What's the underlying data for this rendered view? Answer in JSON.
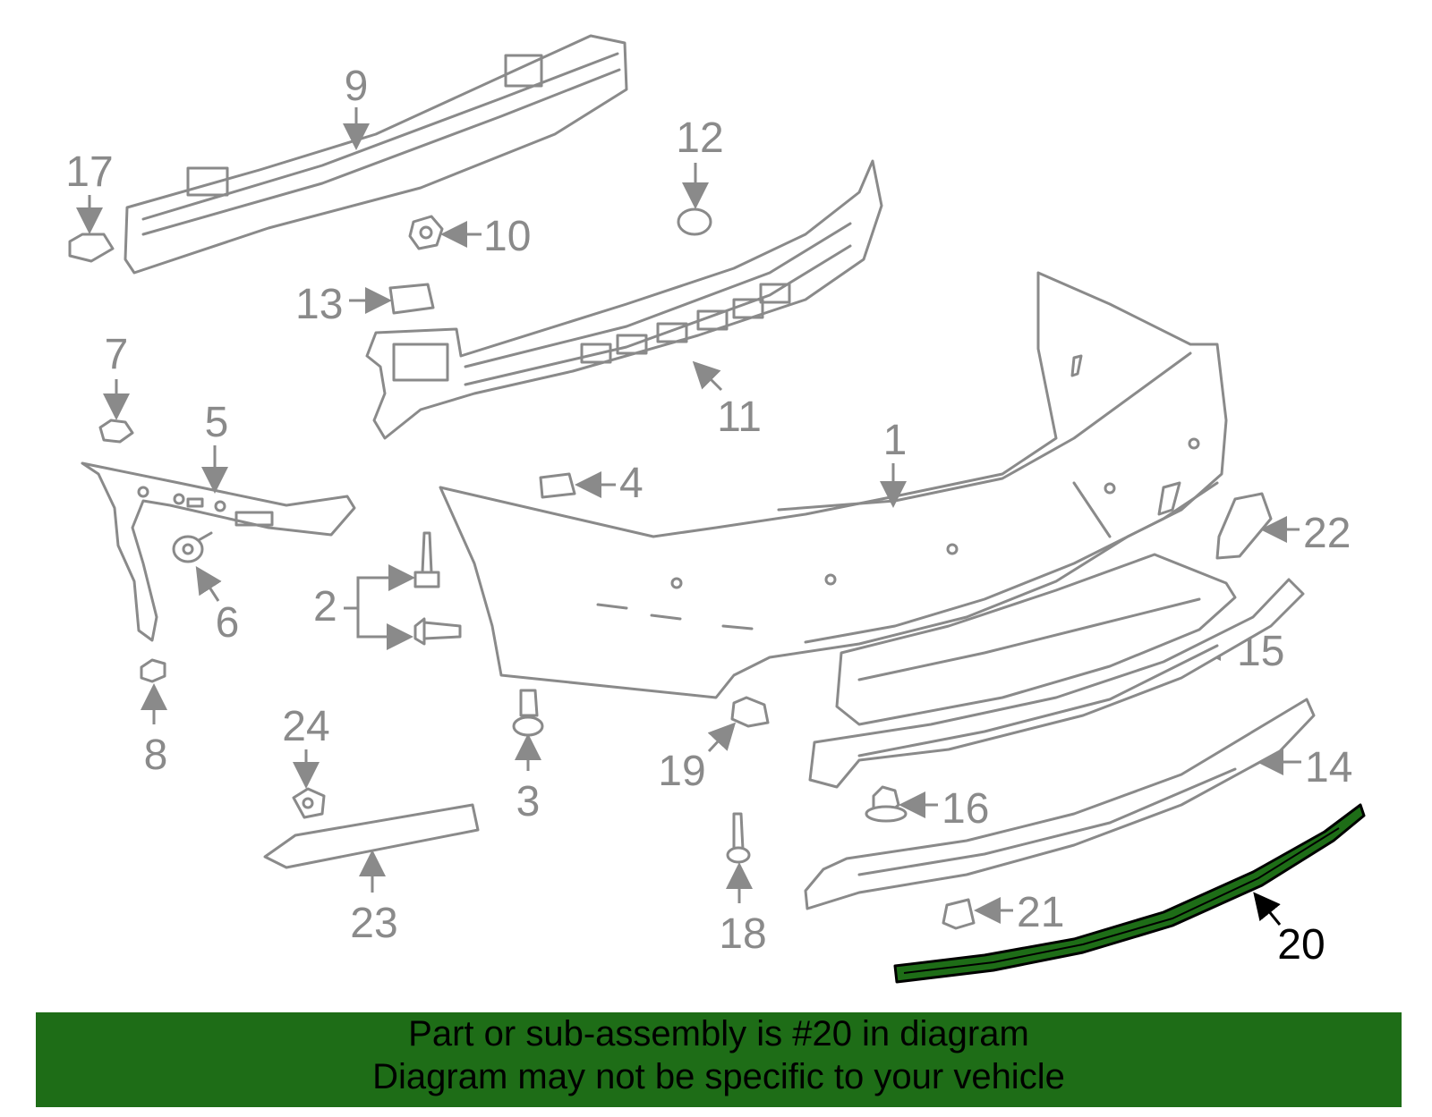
{
  "callouts": {
    "c1": "1",
    "c2": "2",
    "c3": "3",
    "c4": "4",
    "c5": "5",
    "c6": "6",
    "c7": "7",
    "c8": "8",
    "c9": "9",
    "c10": "10",
    "c11": "11",
    "c12": "12",
    "c13": "13",
    "c14": "14",
    "c15": "15",
    "c16": "16",
    "c17": "17",
    "c18": "18",
    "c19": "19",
    "c20": "20",
    "c21": "21",
    "c22": "22",
    "c23": "23",
    "c24": "24"
  },
  "banner": {
    "line1": "Part or sub-assembly is #20 in diagram",
    "line2": "Diagram may not be specific to your vehicle"
  },
  "colors": {
    "line_art": "#8a8a8a",
    "highlight_part": "#1e6d17",
    "banner_background": "#1e6d17",
    "banner_text": "#000000"
  }
}
